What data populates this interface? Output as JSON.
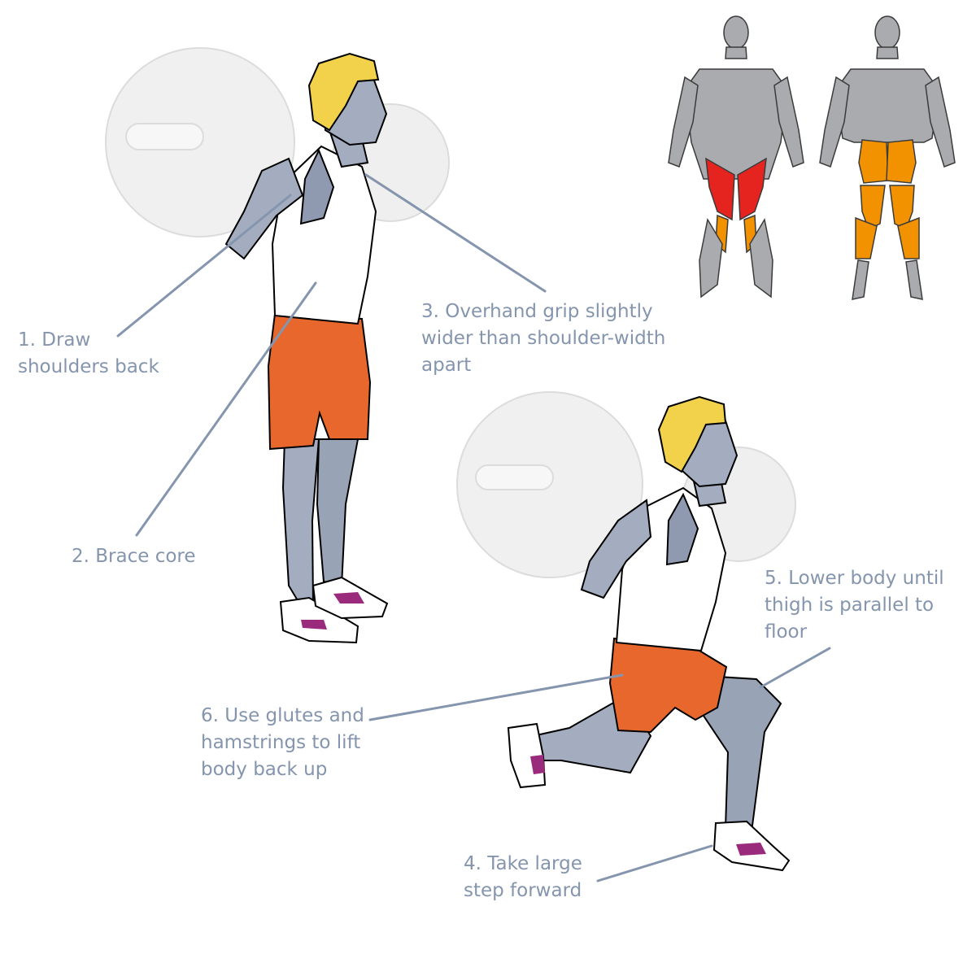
{
  "instructions": [
    {
      "id": "step1",
      "lines": [
        "1. Draw",
        "shoulders back"
      ]
    },
    {
      "id": "step2",
      "lines": [
        "2. Brace core"
      ]
    },
    {
      "id": "step3",
      "lines": [
        "3. Overhand grip slightly",
        "wider than shoulder-width",
        "apart"
      ]
    },
    {
      "id": "step4",
      "lines": [
        "4. Take large",
        "step forward"
      ]
    },
    {
      "id": "step5",
      "lines": [
        "5. Lower body until",
        "thigh is parallel to",
        "floor"
      ]
    },
    {
      "id": "step6",
      "lines": [
        "6. Use glutes and",
        "hamstrings to lift",
        "body back up"
      ]
    }
  ],
  "muscle_map": {
    "views": [
      "front-view",
      "back-view"
    ],
    "highlight_primary": "quadriceps",
    "highlight_secondary": "glutes-hamstrings"
  },
  "colors": {
    "label_text": "#8495ad",
    "leader_line": "#8495ad",
    "skin": "#a3adbf",
    "hair": "#f2d24a",
    "shorts": "#e86a2c",
    "shirt": "#ffffff",
    "plate": "#ececec",
    "shoe_accent": "#9a2a7c",
    "muscle_base": "#a9abae",
    "muscle_primary": "#e52420",
    "muscle_secondary": "#f39200"
  }
}
